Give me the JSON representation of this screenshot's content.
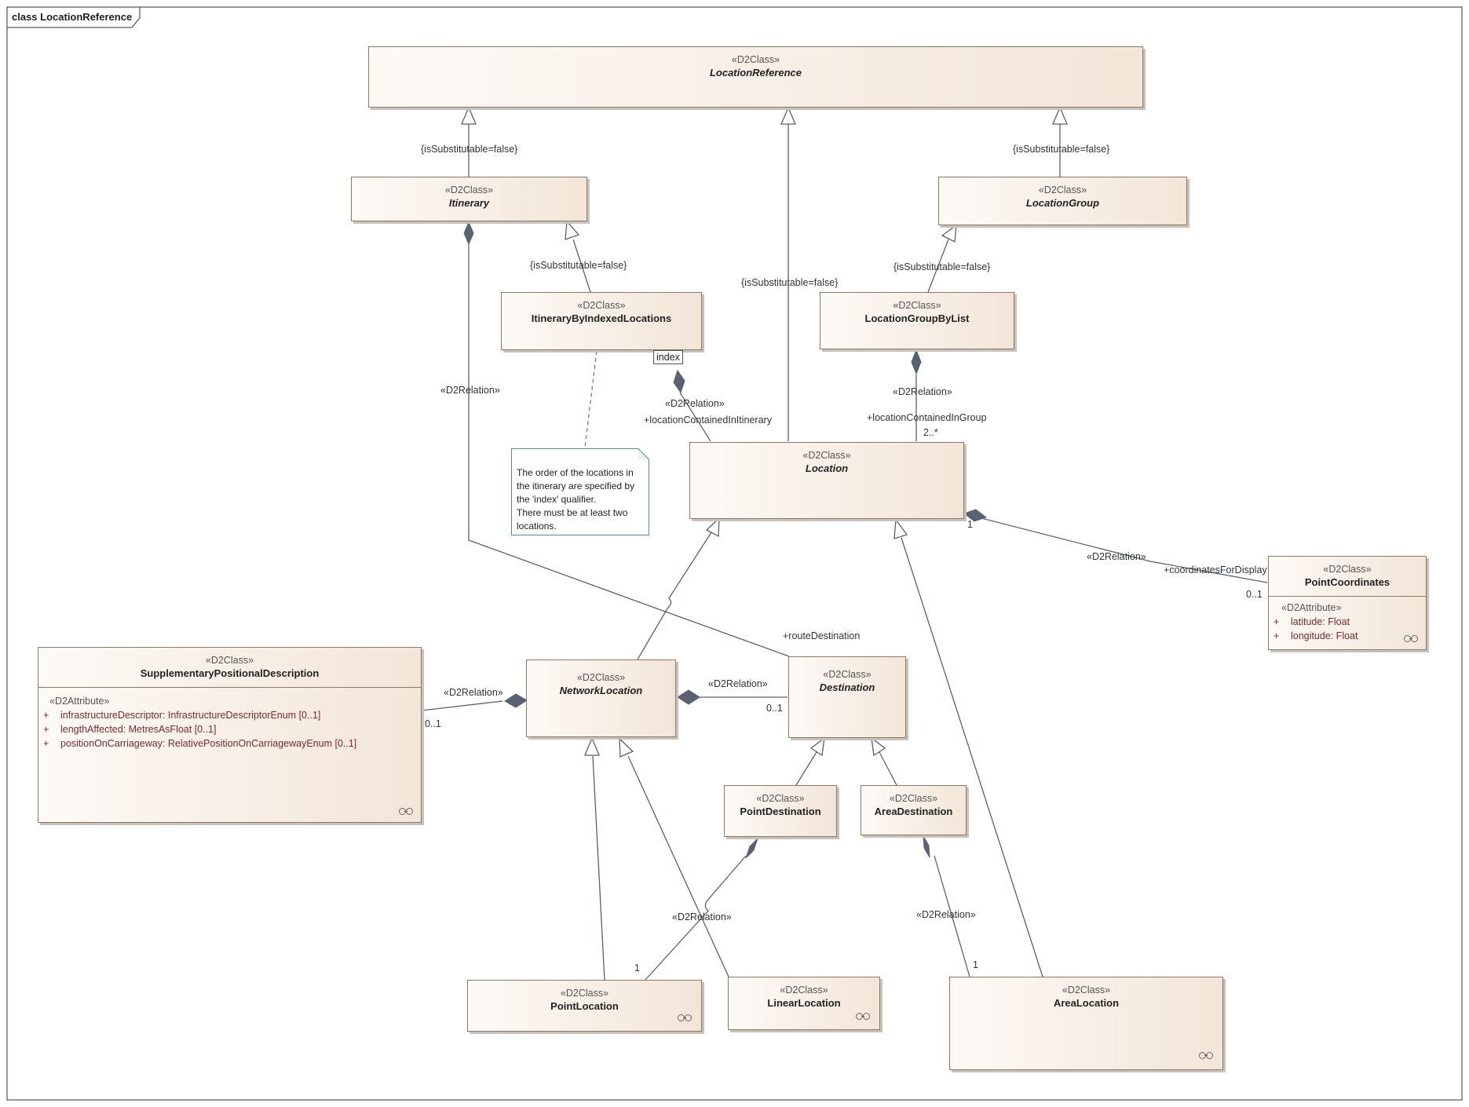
{
  "frame": {
    "title": "class LocationReference"
  },
  "stereotype": "«D2Class»",
  "attr_stereotype": "«D2Attribute»",
  "classes": {
    "location_reference": {
      "name": "LocationReference"
    },
    "itinerary": {
      "name": "Itinerary"
    },
    "location_group": {
      "name": "LocationGroup"
    },
    "itinerary_by_indexed_locations": {
      "name": "ItineraryByIndexedLocations"
    },
    "location_group_by_list": {
      "name": "LocationGroupByList"
    },
    "location": {
      "name": "Location"
    },
    "point_coordinates": {
      "name": "PointCoordinates",
      "attributes": [
        {
          "vis": "+",
          "text": "latitude: Float"
        },
        {
          "vis": "+",
          "text": "longitude: Float"
        }
      ]
    },
    "supplementary_positional_description": {
      "name": "SupplementaryPositionalDescription",
      "attributes": [
        {
          "vis": "+",
          "text": "infrastructureDescriptor: InfrastructureDescriptorEnum [0..1]"
        },
        {
          "vis": "+",
          "text": "lengthAffected: MetresAsFloat [0..1]"
        },
        {
          "vis": "+",
          "text": "positionOnCarriageway: RelativePositionOnCarriagewayEnum [0..1]"
        }
      ]
    },
    "network_location": {
      "name": "NetworkLocation"
    },
    "destination": {
      "name": "Destination"
    },
    "point_destination": {
      "name": "PointDestination"
    },
    "area_destination": {
      "name": "AreaDestination"
    },
    "point_location": {
      "name": "PointLocation"
    },
    "linear_location": {
      "name": "LinearLocation"
    },
    "area_location": {
      "name": "AreaLocation"
    }
  },
  "labels": {
    "substitutable": "{isSubstitutable=false}",
    "relation": "«D2Relation»",
    "location_contained_in_itinerary": "+locationContainedInItinerary",
    "location_contained_in_group": "+locationContainedInGroup",
    "coordinates_for_display": "+coordinatesForDisplay",
    "route_destination": "+routeDestination",
    "mult_2_many": "2..*",
    "mult_1": "1",
    "mult_0_1": "0..1",
    "qualifier_index": "index"
  },
  "note": {
    "lines": [
      "The order of the locations in",
      "the itinerary are specified by",
      "the 'index' qualifier.",
      "There must be at least two",
      "locations."
    ]
  },
  "colors": {
    "line": "#5a6170",
    "frame": "#333333",
    "class_border": "#8a7868",
    "note_border": "#5a8a9a"
  }
}
